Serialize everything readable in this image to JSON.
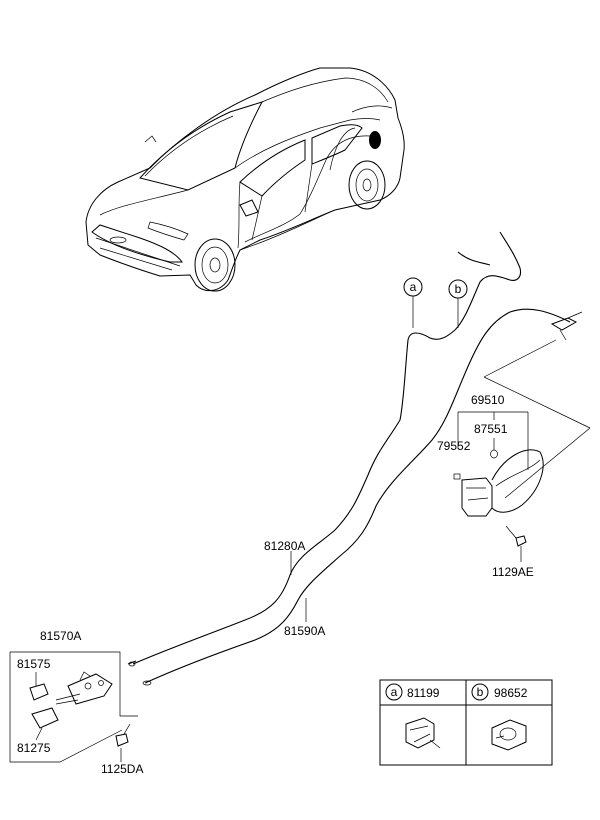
{
  "parts": {
    "p69510": "69510",
    "p87551": "87551",
    "p79552": "79552",
    "p1129AE": "1129AE",
    "p81280A": "81280A",
    "p81590A": "81590A",
    "p81570A": "81570A",
    "p81575": "81575",
    "p81275": "81275",
    "p1125DA": "1125DA"
  },
  "callouts": {
    "a": "a",
    "b": "b"
  },
  "legend": {
    "a_letter": "a",
    "a_part": "81199",
    "b_letter": "b",
    "b_part": "98652"
  }
}
